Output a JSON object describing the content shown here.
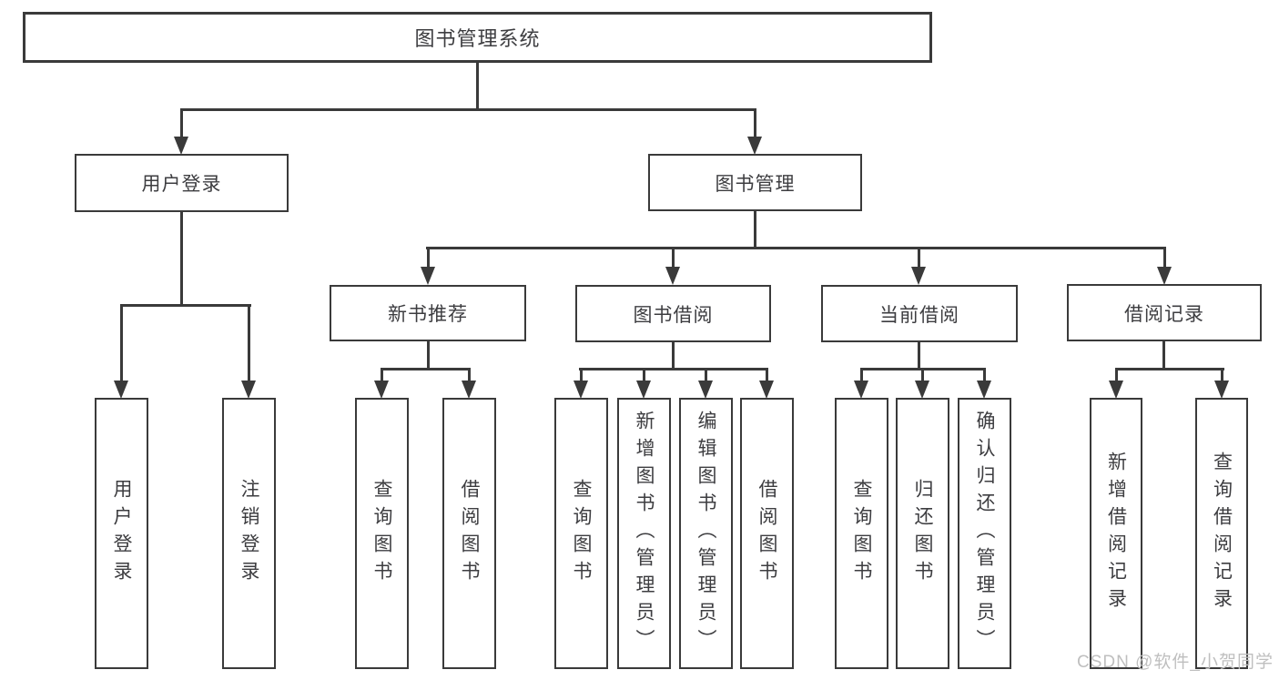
{
  "root": {
    "label": "图书管理系统",
    "children": [
      {
        "label": "用户登录",
        "children": [
          {
            "label": "用户登录"
          },
          {
            "label": "注销登录"
          }
        ]
      },
      {
        "label": "图书管理",
        "children": [
          {
            "label": "新书推荐",
            "children": [
              {
                "label": "查询图书"
              },
              {
                "label": "借阅图书"
              }
            ]
          },
          {
            "label": "图书借阅",
            "children": [
              {
                "label": "查询图书"
              },
              {
                "label": "新增图书（管理员）"
              },
              {
                "label": "编辑图书（管理员）"
              },
              {
                "label": "借阅图书"
              }
            ]
          },
          {
            "label": "当前借阅",
            "children": [
              {
                "label": "查询图书"
              },
              {
                "label": "归还图书"
              },
              {
                "label": "确认归还（管理员）"
              }
            ]
          },
          {
            "label": "借阅记录",
            "children": [
              {
                "label": "新增借阅记录"
              },
              {
                "label": "查询借阅记录"
              }
            ]
          }
        ]
      }
    ]
  },
  "watermark": {
    "text": "CSDN @软件_小贺同学"
  },
  "colors": {
    "line": "#3a3a3a",
    "box_border": "#3a3a3a",
    "text": "#3d3d40",
    "watermark": "#bfbfbf",
    "background": "#ffffff"
  }
}
